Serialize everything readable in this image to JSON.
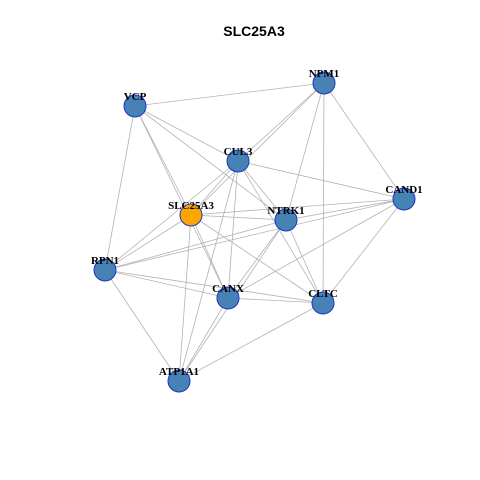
{
  "graph": {
    "title": "SLC25A3",
    "colors": {
      "node_fill": "#4682b4",
      "focus_fill": "#ffa500",
      "node_border": "#1a35c8",
      "edge": "#b3b3b3"
    },
    "focus_node": "SLC25A3",
    "nodes": [
      {
        "id": "NPM1",
        "label": "NPM1"
      },
      {
        "id": "VCP",
        "label": "VCP"
      },
      {
        "id": "CUL3",
        "label": "CUL3"
      },
      {
        "id": "CAND1",
        "label": "CAND1"
      },
      {
        "id": "SLC25A3",
        "label": "SLC25A3"
      },
      {
        "id": "NTRK1",
        "label": "NTRK1"
      },
      {
        "id": "RPN1",
        "label": "RPN1"
      },
      {
        "id": "CANX",
        "label": "CANX"
      },
      {
        "id": "CLTC",
        "label": "CLTC"
      },
      {
        "id": "ATP1A1",
        "label": "ATP1A1"
      }
    ],
    "edges": [
      [
        "VCP",
        "NPM1"
      ],
      [
        "VCP",
        "CUL3"
      ],
      [
        "VCP",
        "SLC25A3"
      ],
      [
        "VCP",
        "NTRK1"
      ],
      [
        "VCP",
        "CANX"
      ],
      [
        "VCP",
        "RPN1"
      ],
      [
        "NPM1",
        "CUL3"
      ],
      [
        "NPM1",
        "NTRK1"
      ],
      [
        "NPM1",
        "CAND1"
      ],
      [
        "NPM1",
        "CLTC"
      ],
      [
        "NPM1",
        "SLC25A3"
      ],
      [
        "CUL3",
        "SLC25A3"
      ],
      [
        "CUL3",
        "NTRK1"
      ],
      [
        "CUL3",
        "CAND1"
      ],
      [
        "CUL3",
        "RPN1"
      ],
      [
        "CUL3",
        "CANX"
      ],
      [
        "CUL3",
        "CLTC"
      ],
      [
        "CUL3",
        "ATP1A1"
      ],
      [
        "SLC25A3",
        "NTRK1"
      ],
      [
        "SLC25A3",
        "RPN1"
      ],
      [
        "SLC25A3",
        "CANX"
      ],
      [
        "SLC25A3",
        "CLTC"
      ],
      [
        "SLC25A3",
        "ATP1A1"
      ],
      [
        "SLC25A3",
        "CAND1"
      ],
      [
        "NTRK1",
        "CAND1"
      ],
      [
        "NTRK1",
        "RPN1"
      ],
      [
        "NTRK1",
        "CANX"
      ],
      [
        "NTRK1",
        "CLTC"
      ],
      [
        "CAND1",
        "RPN1"
      ],
      [
        "CAND1",
        "CANX"
      ],
      [
        "CAND1",
        "CLTC"
      ],
      [
        "RPN1",
        "CANX"
      ],
      [
        "RPN1",
        "CLTC"
      ],
      [
        "RPN1",
        "ATP1A1"
      ],
      [
        "CANX",
        "CLTC"
      ],
      [
        "CANX",
        "ATP1A1"
      ],
      [
        "CLTC",
        "ATP1A1"
      ],
      [
        "ATP1A1",
        "NTRK1"
      ]
    ]
  }
}
